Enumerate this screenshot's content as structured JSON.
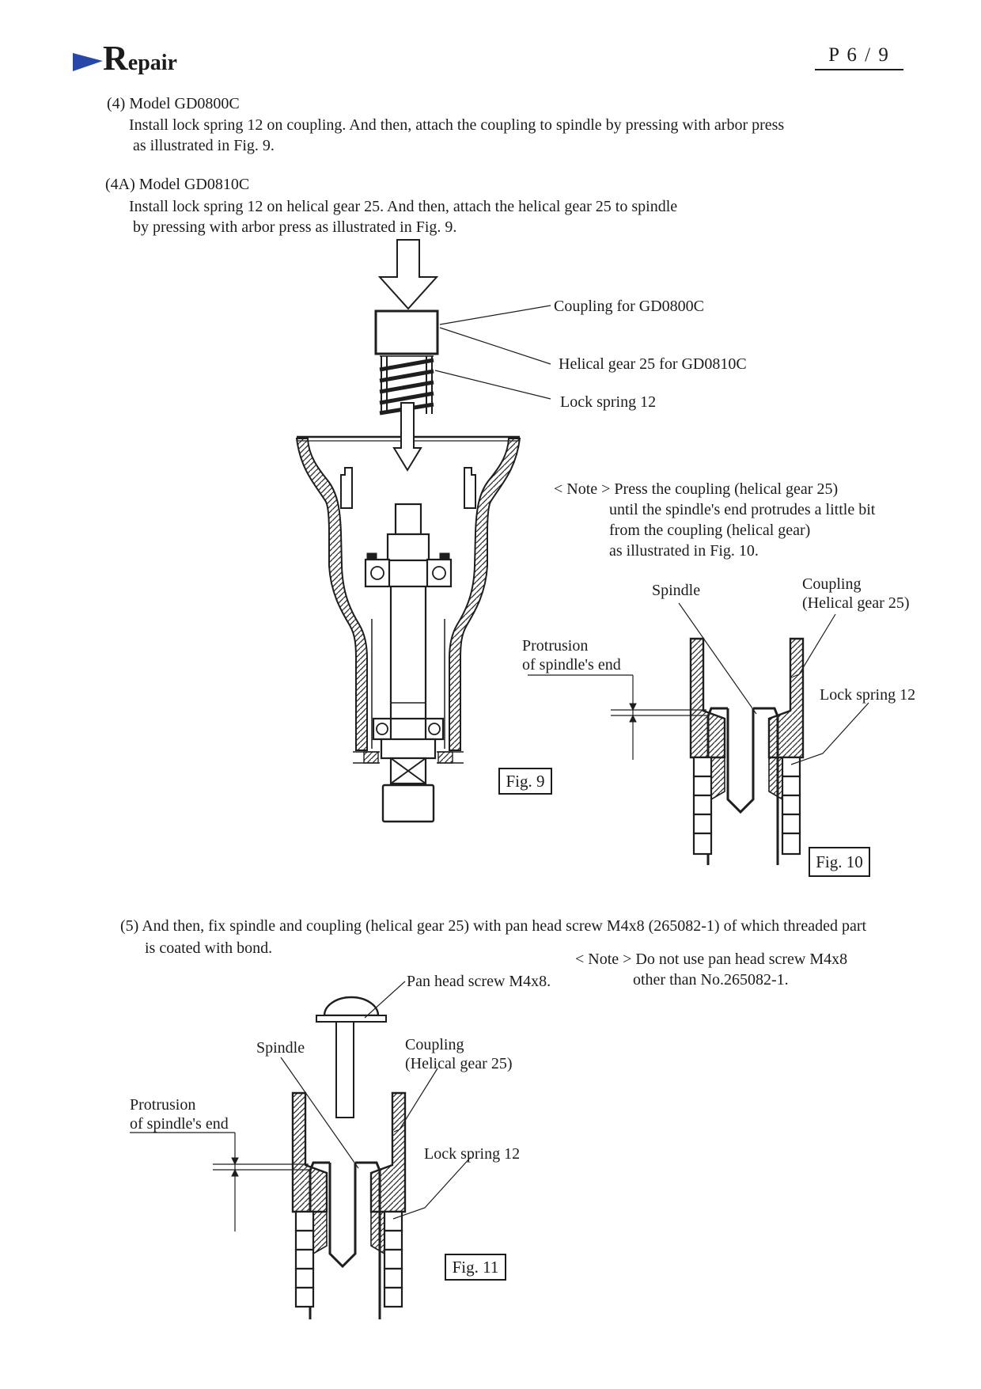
{
  "header": {
    "title": "Repair",
    "page_number": "P 6 / 9"
  },
  "sections": {
    "s4": {
      "heading": "(4) Model GD0800C",
      "line1": "Install lock spring 12 on coupling. And then, attach the coupling to spindle by pressing with arbor press",
      "line2": "as illustrated in Fig. 9."
    },
    "s4a": {
      "heading": "(4A) Model GD0810C",
      "line1": "Install lock spring 12 on helical gear 25. And then, attach the helical gear 25 to spindle",
      "line2": "by pressing with arbor press as illustrated in Fig. 9."
    },
    "s5": {
      "line1": "(5) And then, fix spindle and coupling (helical gear 25) with pan head screw M4x8 (265082-1) of which threaded part",
      "line2": "is coated with bond."
    }
  },
  "note_press": {
    "line1": "< Note > Press the coupling (helical gear 25)",
    "line2": "until the spindle's  end protrudes a little bit",
    "line3": "from the coupling (helical gear)",
    "line4": "as illustrated in Fig. 10."
  },
  "note_screw": {
    "line1": "< Note > Do not use pan head screw M4x8",
    "line2": "other than No.265082-1."
  },
  "fig9": {
    "caption": "Fig. 9",
    "label_coupling": "Coupling for GD0800C",
    "label_helical": "Helical gear 25 for GD0810C",
    "label_lock_spring": "Lock spring 12"
  },
  "fig10": {
    "caption": "Fig. 10",
    "label_spindle": "Spindle",
    "label_coupling_line1": "Coupling",
    "label_coupling_line2": "(Helical gear 25)",
    "label_protrusion_line1": "Protrusion",
    "label_protrusion_line2": "of spindle's end",
    "label_lock_spring": "Lock spring 12"
  },
  "fig11": {
    "caption": "Fig. 11",
    "label_pan_head_screw": "Pan head screw M4x8.",
    "label_spindle": "Spindle",
    "label_coupling_line1": "Coupling",
    "label_coupling_line2": "(Helical gear 25)",
    "label_protrusion_line1": "Protrusion",
    "label_protrusion_line2": "of spindle's end",
    "label_lock_spring": "Lock spring 12"
  },
  "colors": {
    "accent_blue": "#2747a9",
    "ink": "#1c1c1c",
    "paper": "#ffffff"
  }
}
